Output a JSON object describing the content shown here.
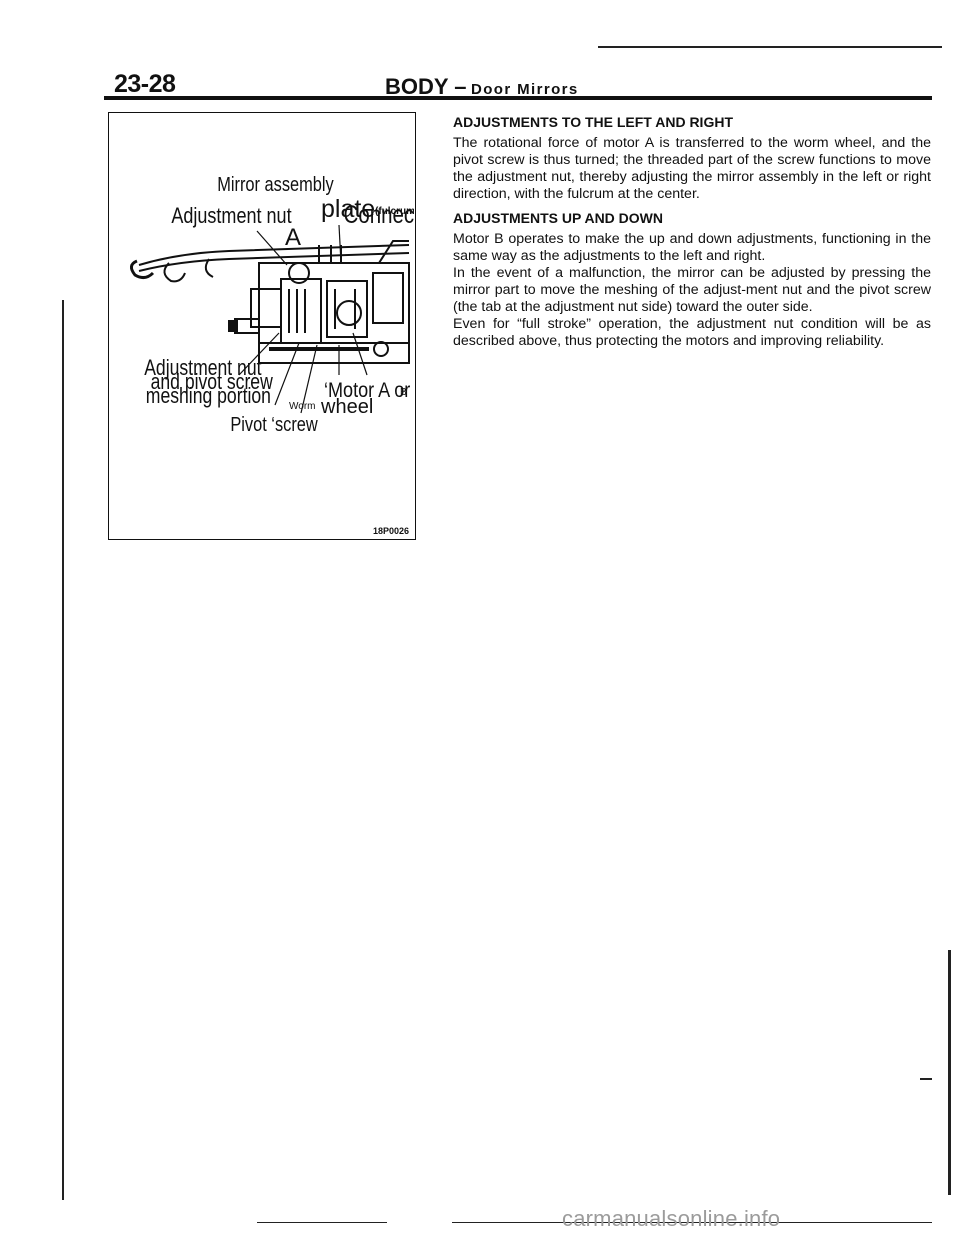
{
  "header": {
    "page_number": "23-28",
    "section_main": "BODY –",
    "section_sub": "Door Mirrors"
  },
  "figure": {
    "labels": {
      "mirror_assembly": "Mirror assembly",
      "connecting": "Connecting",
      "adjustment_nut": "Adjustment nut",
      "plate": "plate",
      "fulcrum": "(fulcrum",
      "a": "A",
      "adjustment_nut_2": "Adjustment nut",
      "and_pivot_screw": "and pivot screw",
      "meshing_portion": "meshing portion",
      "motor_a_or": "‘Motor A or",
      "motor_b": "B",
      "worm": "Worm",
      "wheel": "wheel",
      "pivot_screw": "Pivot ‘screw"
    },
    "code": "18P0026"
  },
  "content": {
    "heading1": "ADJUSTMENTS TO THE LEFT AND RIGHT",
    "para1": "The rotational force of motor A is transferred to the worm wheel, and the pivot screw is thus turned; the threaded part of the screw functions to move the adjustment nut, thereby adjusting the mirror assembly in the left or right direction, with the fulcrum at the center.",
    "heading2": "ADJUSTMENTS UP AND DOWN",
    "para2": "Motor B operates to make the up and down adjustments, functioning in the same way as the adjustments to the left and right.",
    "para3": "In the event of a malfunction, the mirror can be adjusted by pressing the mirror part to move the meshing of the adjust-ment nut and the pivot screw (the tab at the adjustment nut side) toward the outer side.",
    "para4": "Even for “full stroke” operation, the adjustment nut condition will be as described above, thus protecting the motors and improving reliability."
  },
  "footer": {
    "watermark": "carmanualsonline.info"
  }
}
